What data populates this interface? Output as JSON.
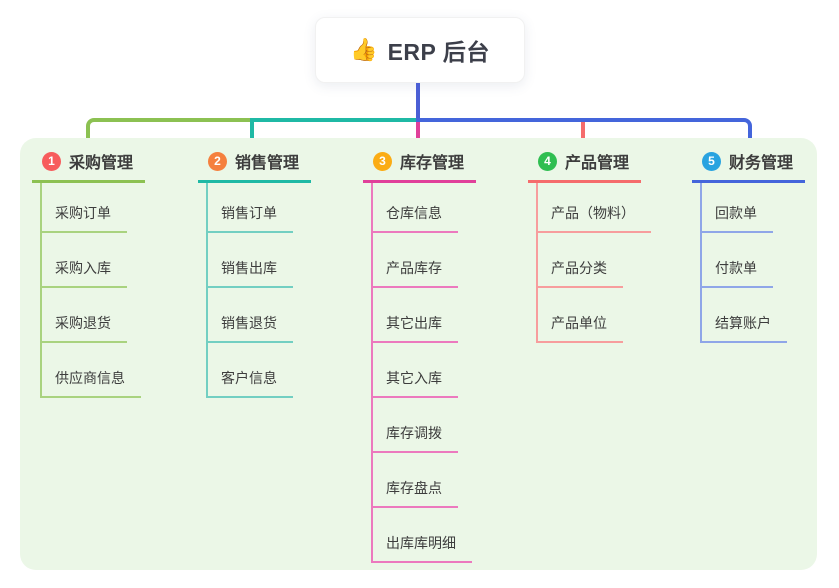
{
  "root": {
    "icon": "👍",
    "title": "ERP 后台"
  },
  "branches": [
    {
      "num": "1",
      "title": "采购管理",
      "badge_color": "#F75C5C",
      "line_color": "#8CC152",
      "line_light": "#A9D37F",
      "children": [
        "采购订单",
        "采购入库",
        "采购退货",
        "供应商信息"
      ]
    },
    {
      "num": "2",
      "title": "销售管理",
      "badge_color": "#F5803E",
      "line_color": "#1FB9A5",
      "line_light": "#72CFC2",
      "children": [
        "销售订单",
        "销售出库",
        "销售退货",
        "客户信息"
      ]
    },
    {
      "num": "3",
      "title": "库存管理",
      "badge_color": "#FBAC14",
      "line_color": "#E0409A",
      "line_light": "#EC79BE",
      "children": [
        "仓库信息",
        "产品库存",
        "其它出库",
        "其它入库",
        "库存调拨",
        "库存盘点",
        "出库库明细"
      ]
    },
    {
      "num": "4",
      "title": "产品管理",
      "badge_color": "#2FBE51",
      "line_color": "#F56C6C",
      "line_light": "#F79D9D",
      "children": [
        "产品（物料）",
        "产品分类",
        "产品单位"
      ]
    },
    {
      "num": "5",
      "title": "财务管理",
      "badge_color": "#29A3E0",
      "line_color": "#4465DB",
      "line_light": "#8FA6E8",
      "children": [
        "回款单",
        "付款单",
        "结算账户"
      ]
    }
  ],
  "colors": {
    "canvas_bg": "#FFFFFF",
    "panel_bg": "#EBF7E7",
    "root_connector": "#4B5FD5",
    "text": "#3D3D3D"
  }
}
